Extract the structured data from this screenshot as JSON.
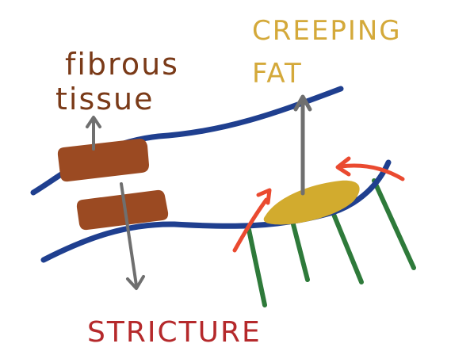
{
  "labels": {
    "fibrous_line1": "fibrous",
    "fibrous_line2": "tissue",
    "creeping_line1": "CREEPING",
    "creeping_line2": "FAT",
    "stricture": "STRICTURE"
  },
  "colors": {
    "background": "#ffffff",
    "bowel_wall": "#1f3f8f",
    "fibrous_tissue": "#9b4a22",
    "fibrous_label": "#7a3a18",
    "creeping_fat": "#d2ab2e",
    "creeping_label": "#d4a93a",
    "stricture_label": "#b5292b",
    "arrow_gray": "#6f6f6f",
    "arrow_red": "#ea4a30",
    "mesentery_green": "#2e7a3a"
  },
  "icons": {
    "fibrous_up": "arrow-up-icon",
    "stricture_down": "arrow-down-icon",
    "fat_up": "arrow-up-icon",
    "creeping_red": "curved-arrow-icon"
  }
}
